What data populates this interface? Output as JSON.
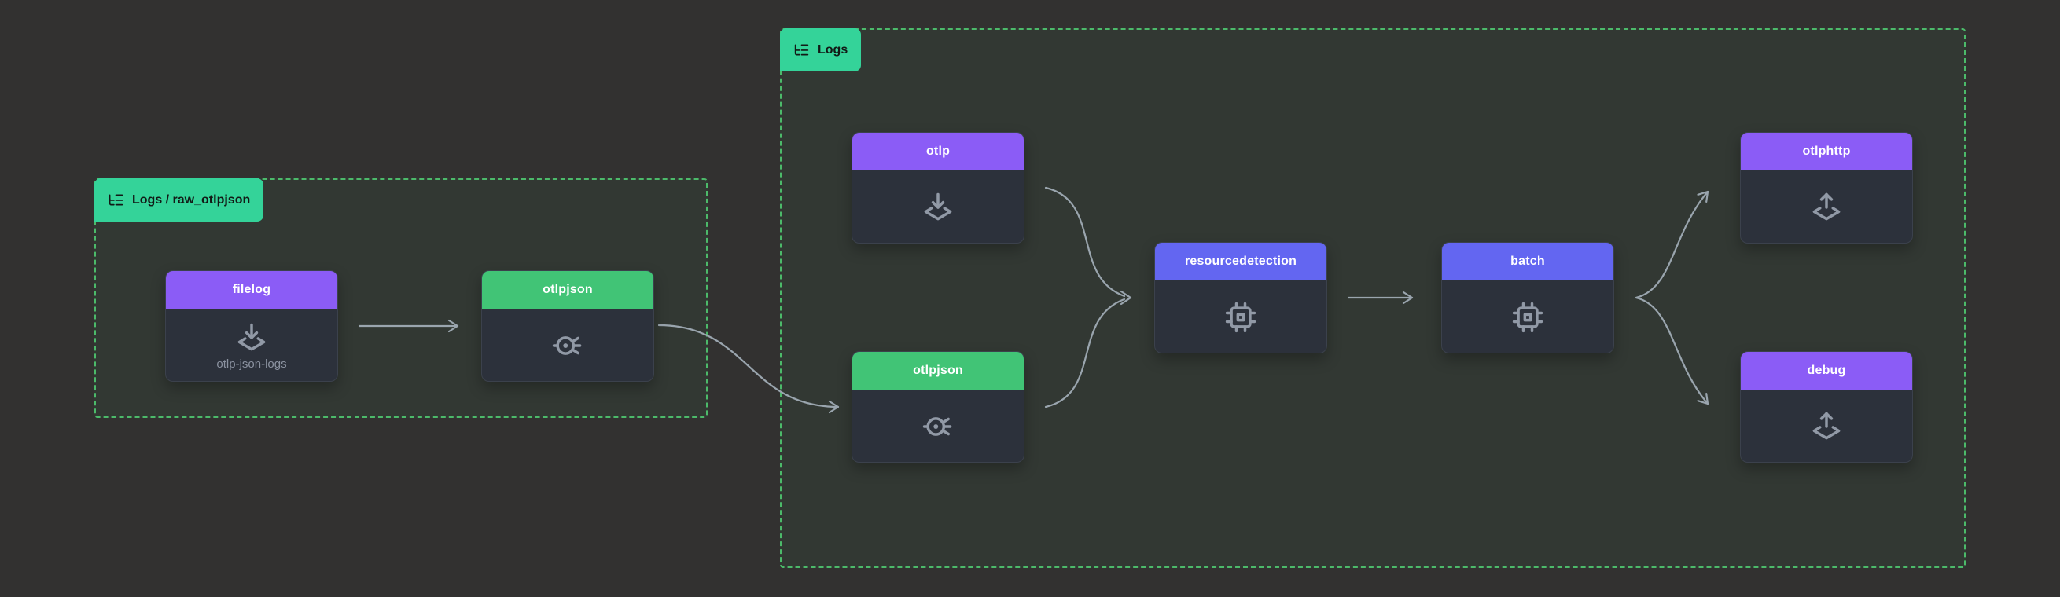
{
  "app": "otel-collector-pipeline-graph",
  "colors": {
    "page_bg": "#323130",
    "group_border": "#4cba6a",
    "group_label_bg": "#34d399",
    "receiver_header": "#8b5cf6",
    "processor_header": "#6366f1",
    "exporter_header": "#8b5cf6",
    "connector_header": "#41c476",
    "edge": "#9aa5ae",
    "node_body": "#2c313b"
  },
  "groups": [
    {
      "id": "logs-raw-otlpjson",
      "label": "Logs / raw_otlpjson",
      "icon": "list-tree-icon"
    },
    {
      "id": "logs",
      "label": "Logs",
      "icon": "list-tree-icon"
    }
  ],
  "nodes": [
    {
      "id": "filelog",
      "title": "filelog",
      "subtitle": "otlp-json-logs",
      "type": "receiver",
      "icon": "receiver-icon",
      "group": "logs-raw-otlpjson"
    },
    {
      "id": "otlpjson-raw",
      "title": "otlpjson",
      "type": "connector",
      "icon": "connector-icon",
      "group": "logs-raw-otlpjson"
    },
    {
      "id": "otlp",
      "title": "otlp",
      "type": "receiver",
      "icon": "receiver-icon",
      "group": "logs"
    },
    {
      "id": "otlpjson-logs",
      "title": "otlpjson",
      "type": "connector",
      "icon": "connector-icon",
      "group": "logs"
    },
    {
      "id": "resourcedetection",
      "title": "resourcedetection",
      "type": "processor",
      "icon": "processor-icon",
      "group": "logs"
    },
    {
      "id": "batch",
      "title": "batch",
      "type": "processor",
      "icon": "processor-icon",
      "group": "logs"
    },
    {
      "id": "otlphttp",
      "title": "otlphttp",
      "type": "exporter",
      "icon": "exporter-icon",
      "group": "logs"
    },
    {
      "id": "debug",
      "title": "debug",
      "type": "exporter",
      "icon": "exporter-icon",
      "group": "logs"
    }
  ],
  "edges": [
    {
      "from": "filelog",
      "to": "otlpjson-raw"
    },
    {
      "from": "otlpjson-raw",
      "to": "otlpjson-logs"
    },
    {
      "from": "otlp",
      "to": "resourcedetection"
    },
    {
      "from": "otlpjson-logs",
      "to": "resourcedetection"
    },
    {
      "from": "resourcedetection",
      "to": "batch"
    },
    {
      "from": "batch",
      "to": "otlphttp"
    },
    {
      "from": "batch",
      "to": "debug"
    }
  ]
}
